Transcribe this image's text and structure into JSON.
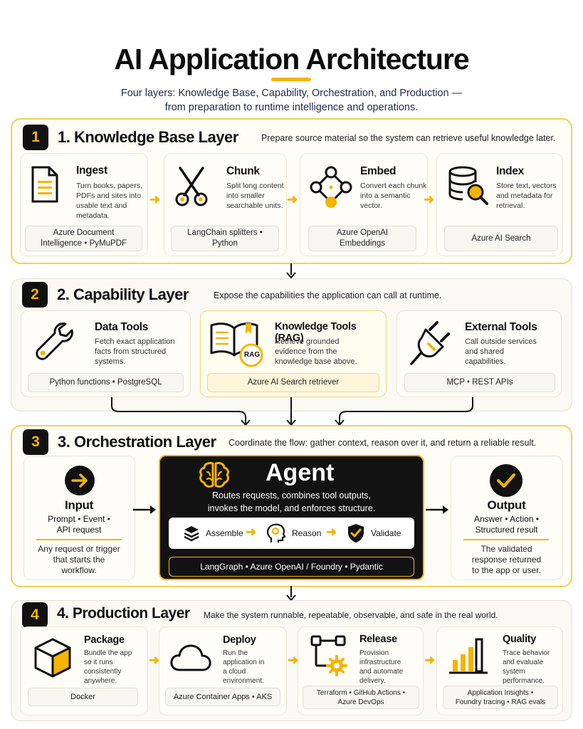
{
  "title": "AI Application Architecture",
  "subtitle": [
    "Four layers: Knowledge Base, Capability, Orchestration, and Production —",
    "from preparation to runtime intelligence and operations."
  ],
  "colors": {
    "accent": "#f5b400",
    "dark": "#111111",
    "panel": "#fffdf6"
  },
  "layers": [
    {
      "num": "1",
      "title": "1. Knowledge Base Layer",
      "desc": "Prepare source material so the system can retrieve useful knowledge later.",
      "cards": [
        {
          "icon": "document-icon",
          "title": "Ingest",
          "desc": [
            "Turn books, papers,",
            "PDFs and sites into",
            "usable text and",
            "metadata."
          ],
          "tech": [
            "Azure Document",
            "Intelligence  •  PyMuPDF"
          ]
        },
        {
          "icon": "scissors-icon",
          "title": "Chunk",
          "desc": [
            "Split long content",
            "into smaller",
            "searchable units."
          ],
          "tech": [
            "LangChain splitters  •",
            "Python"
          ]
        },
        {
          "icon": "graph-nodes-icon",
          "title": "Embed",
          "desc": [
            "Convert each chunk",
            "into a semantic",
            "vector."
          ],
          "tech": [
            "Azure OpenAI",
            "Embeddings"
          ]
        },
        {
          "icon": "database-search-icon",
          "title": "Index",
          "desc": [
            "Store text, vectors",
            "and metadata for",
            "retrieval."
          ],
          "tech": [
            "Azure AI Search"
          ]
        }
      ]
    },
    {
      "num": "2",
      "title": "2. Capability Layer",
      "desc": "Expose the capabilities the application can call at runtime.",
      "cards": [
        {
          "icon": "wrench-icon",
          "title": "Data Tools",
          "desc": [
            "Fetch exact application",
            "facts from structured",
            "systems."
          ],
          "tech": [
            "Python functions  •  PostgreSQL"
          ]
        },
        {
          "icon": "book-rag-icon",
          "title": "Knowledge Tools (RAG)",
          "desc": [
            "Retrieve grounded",
            "evidence from the",
            "knowledge base above."
          ],
          "tech": [
            "Azure AI Search retriever"
          ],
          "rag_badge": "RAG"
        },
        {
          "icon": "plug-icon",
          "title": "External Tools",
          "desc": [
            "Call outside services",
            "and shared",
            "capabilities."
          ],
          "tech": [
            "MCP  •  REST APIs"
          ]
        }
      ]
    },
    {
      "num": "3",
      "title": "3. Orchestration Layer",
      "desc": "Coordinate the flow: gather context, reason over it, and return a reliable result.",
      "input": {
        "icon": "arrow-right-icon",
        "title": "Input",
        "types": [
          "Prompt  •  Event  •",
          "API request"
        ],
        "desc": [
          "Any request or trigger",
          "that starts the",
          "workflow."
        ]
      },
      "agent": {
        "icon": "brain-icon",
        "title": "Agent",
        "desc": [
          "Routes requests, combines tool outputs,",
          "invokes the model, and enforces structure."
        ],
        "steps": [
          {
            "icon": "layers-icon",
            "label": "Assemble"
          },
          {
            "icon": "head-gear-icon",
            "label": "Reason"
          },
          {
            "icon": "shield-check-icon",
            "label": "Validate"
          }
        ],
        "tech": "LangGraph  •  Azure OpenAI / Foundry  •  Pydantic"
      },
      "output": {
        "icon": "check-icon",
        "title": "Output",
        "types": [
          "Answer  •  Action  •",
          "Structured result"
        ],
        "desc": [
          "The validated",
          "response returned",
          "to the app or user."
        ]
      }
    },
    {
      "num": "4",
      "title": "4. Production Layer",
      "desc": "Make the system runnable, repeatable, observable, and safe in the real world.",
      "cards": [
        {
          "icon": "package-box-icon",
          "title": "Package",
          "desc": [
            "Bundle the app",
            "so it runs",
            "consistently",
            "anywhere."
          ],
          "tech": [
            "Docker"
          ]
        },
        {
          "icon": "cloud-icon",
          "title": "Deploy",
          "desc": [
            "Run the",
            "application in",
            "a cloud",
            "environment."
          ],
          "tech": [
            "Azure Container Apps  •  AKS"
          ]
        },
        {
          "icon": "pipeline-gear-icon",
          "title": "Release",
          "desc": [
            "Provision",
            "infrastructure",
            "and automate",
            "delivery."
          ],
          "tech": [
            "Terraform  •  GitHub Actions  •",
            "Azure DevOps"
          ]
        },
        {
          "icon": "bar-chart-icon",
          "title": "Quality",
          "desc": [
            "Trace behavior",
            "and evaluate",
            "system",
            "performance."
          ],
          "tech": [
            "Application Insights  •",
            "Foundry tracing  •  RAG evals"
          ]
        }
      ]
    }
  ]
}
